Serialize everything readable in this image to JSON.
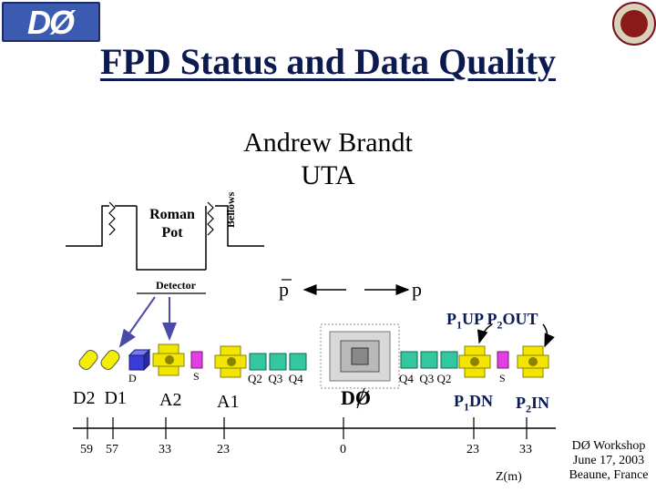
{
  "header": {
    "logo_left_text": "DØ",
    "title": "FPD Status and Data Quality"
  },
  "author": {
    "name": "Andrew Brandt",
    "affiliation": "UTA"
  },
  "inset": {
    "roman_pot": "Roman Pot",
    "bellows": "Bellows",
    "detector": "Detector"
  },
  "beams": {
    "pbar": "p",
    "p": "p"
  },
  "beamline": {
    "top_labels": {
      "p1up": "P",
      "p1up_sub": "1",
      "p1up_rest": "UP",
      "p2out": "P",
      "p2out_sub": "2",
      "p2out_rest": "OUT"
    },
    "d_label": "D",
    "s_left": "S",
    "s_right": "S",
    "q_left": "Q2  Q3  Q4",
    "q_right": "Q4  Q3 Q2",
    "d0_label": "DØ",
    "station_labels": {
      "d2d1": "D2  D1",
      "a2": "A2",
      "a1": "A1",
      "p1dn": "P",
      "p1dn_sub": "1",
      "p1dn_rest": "DN",
      "p2in": "P",
      "p2in_sub": "2",
      "p2in_rest": "IN"
    }
  },
  "axis": {
    "ticks": [
      "59",
      "57",
      "33",
      "23",
      "0",
      "23",
      "33"
    ],
    "label": "Z(m)"
  },
  "footer": {
    "line1": "DØ Workshop",
    "line2": "June 17, 2003",
    "line3": "Beaune, France"
  },
  "colors": {
    "title": "#0c1a52",
    "dipole": "#3b3bd6",
    "quad": "#33c7a0",
    "separator": "#e040e0",
    "detector_cross": "#f2e600",
    "cylinder": "#f2f000",
    "arrow": "#4a4aa8"
  }
}
